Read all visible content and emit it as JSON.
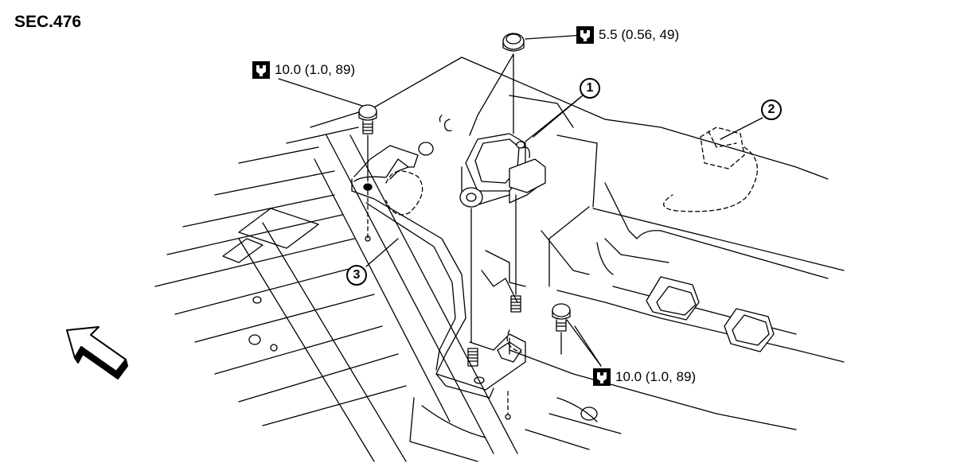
{
  "section_code": "SEC.476",
  "torques": [
    {
      "value": "5.5 (0.56, 49)",
      "icon": "torque-wrench-icon"
    },
    {
      "value": "10.0 (1.0, 89)",
      "icon": "torque-wrench-icon"
    },
    {
      "value": "10.0 (1.0, 89)",
      "icon": "torque-wrench-icon"
    }
  ],
  "callouts": [
    "1",
    "2",
    "3"
  ],
  "icons": {
    "torque": "torque-wrench-icon",
    "front_arrow": "front-direction-arrow-icon"
  }
}
